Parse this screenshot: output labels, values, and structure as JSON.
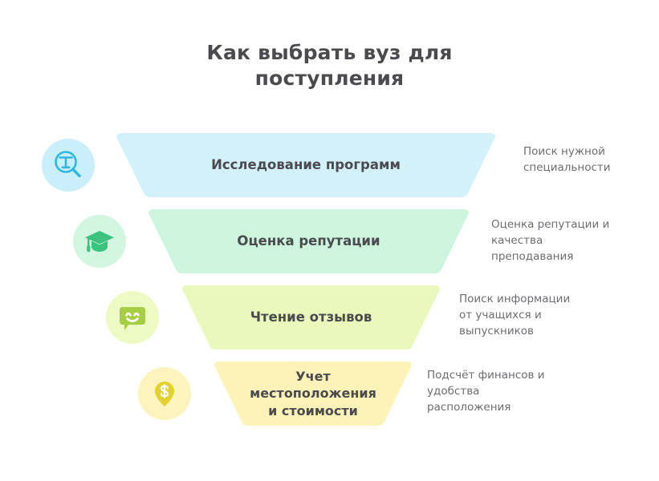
{
  "title": {
    "line1": "Как выбрать вуз для",
    "line2": "поступления"
  },
  "colors": {
    "title_text": "#4a4a4f",
    "caption_text": "#6c6c72",
    "step1_bar": "#D3F1FB",
    "step1_badge": "#CBEFFA",
    "step1_icon": "#2EB8E0",
    "step2_bar": "#CDF5DE",
    "step2_badge": "#D2F6DF",
    "step2_icon": "#3CC27E",
    "step3_bar": "#E9F9BC",
    "step3_badge": "#EDFAC4",
    "step3_icon": "#A5CE45",
    "step4_bar": "#FDF3B8",
    "step4_badge": "#FCF4BC",
    "step4_icon": "#E3D130"
  },
  "steps": [
    {
      "icon": "magnifier-graduation-icon",
      "label_lines": [
        "Исследование программ"
      ],
      "caption_lines": [
        "Поиск нужной",
        "специальности"
      ]
    },
    {
      "icon": "graduation-cap-icon",
      "label_lines": [
        "Оценка репутации"
      ],
      "caption_lines": [
        "Оценка репутации и",
        "качества",
        "преподавания"
      ]
    },
    {
      "icon": "smiling-speech-bubble-icon",
      "label_lines": [
        "Чтение отзывов"
      ],
      "caption_lines": [
        "Поиск информации",
        "от учащихся и",
        "выпускников"
      ]
    },
    {
      "icon": "money-location-pin-icon",
      "label_lines": [
        "Учет",
        "местоположения",
        "и стоимости"
      ],
      "caption_lines": [
        "Подсчёт финансов и",
        "удобства",
        "расположения"
      ]
    }
  ]
}
